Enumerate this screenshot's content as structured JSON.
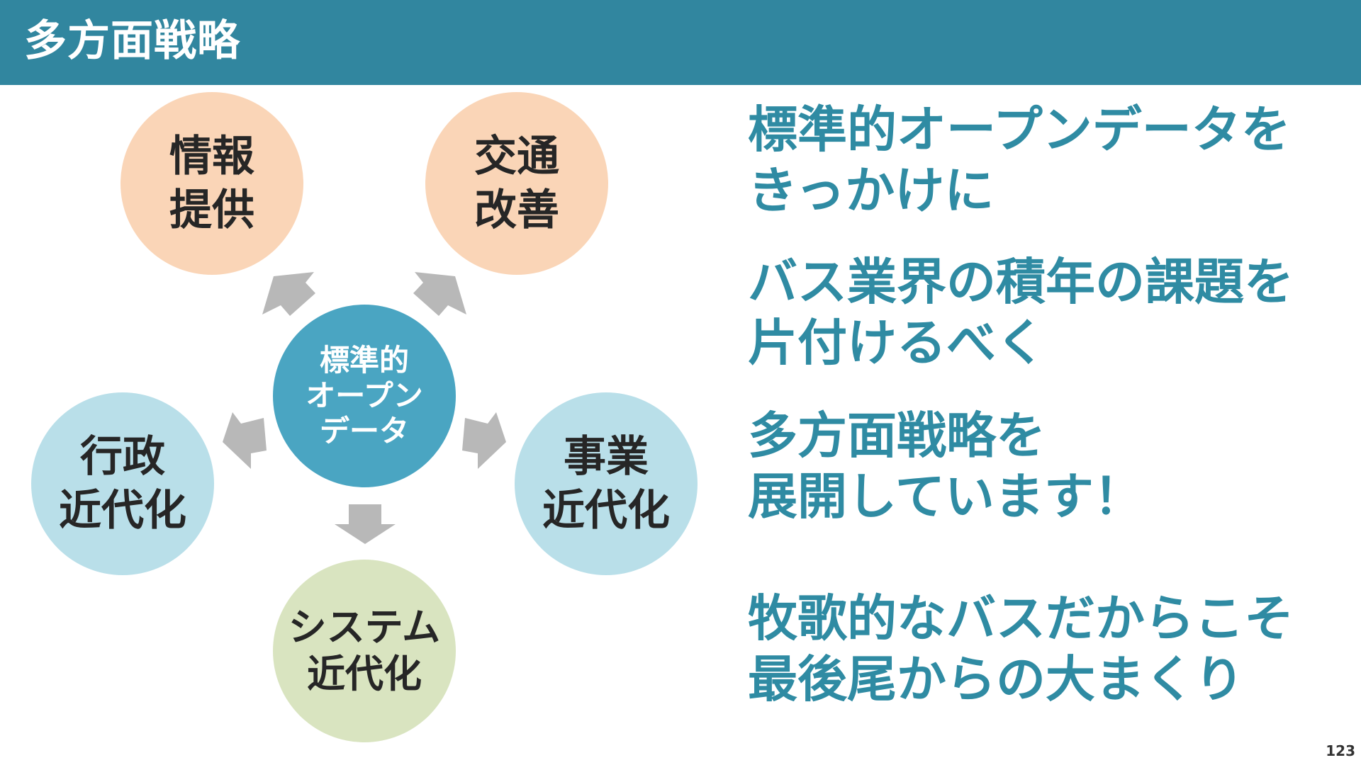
{
  "slide": {
    "title": "多方面戦略",
    "page_number": "123"
  },
  "colors": {
    "header": "#31869f",
    "center": "#4aa5c2",
    "orange": "#fad5b7",
    "blue": "#b9dfe9",
    "green": "#d9e4c0",
    "arrow": "#b8b8b8",
    "message_text": "#2f8ba3"
  },
  "diagram": {
    "center": {
      "line1": "標準的",
      "line2": "オープン",
      "line3": "データ"
    },
    "nodes": {
      "info": {
        "line1": "情報",
        "line2": "提供"
      },
      "traffic": {
        "line1": "交通",
        "line2": "改善"
      },
      "admin": {
        "line1": "行政",
        "line2": "近代化"
      },
      "business": {
        "line1": "事業",
        "line2": "近代化"
      },
      "system": {
        "line1": "システム",
        "line2": "近代化"
      }
    }
  },
  "messages": [
    {
      "line1": "標準的オープンデータを",
      "line2": "きっかけに"
    },
    {
      "line1": "バス業界の積年の課題を",
      "line2": "片付けるべく"
    },
    {
      "line1": "多方面戦略を",
      "line2": "展開しています！"
    },
    {
      "line1": "牧歌的なバスだからこそ",
      "line2": "最後尾からの大まくり"
    }
  ]
}
